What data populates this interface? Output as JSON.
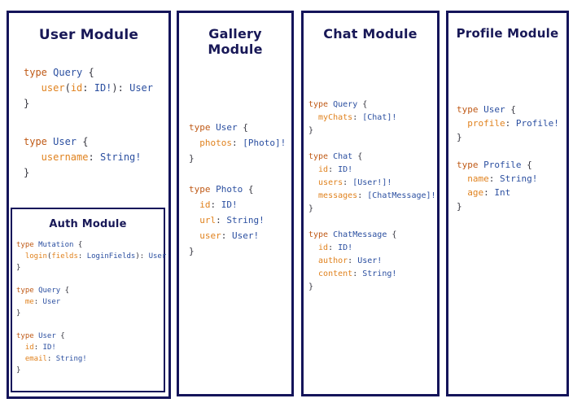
{
  "colors": {
    "frame": "#14145a",
    "title": "#181857",
    "background": "#ffffff"
  },
  "syntax_colors": {
    "keyword": "#bf5915",
    "type_name": "#2b4fa0",
    "field": "#e0821e",
    "punctuation": "#35353f"
  },
  "panels": {
    "user": {
      "title": "User Module",
      "blocks": [
        [
          [
            [
              "kw",
              "type "
            ],
            [
              "ty",
              "Query"
            ],
            [
              "pu",
              " {"
            ]
          ],
          [
            [
              "fi",
              "   user"
            ],
            [
              "pu",
              "("
            ],
            [
              "fi",
              "id"
            ],
            [
              "pu",
              ": "
            ],
            [
              "ty",
              "ID!"
            ],
            [
              "pu",
              "): "
            ],
            [
              "ty",
              "User"
            ]
          ],
          [
            [
              "pu",
              "}"
            ]
          ]
        ],
        [
          [
            [
              "kw",
              "type "
            ],
            [
              "ty",
              "User"
            ],
            [
              "pu",
              " {"
            ]
          ],
          [
            [
              "fi",
              "   username"
            ],
            [
              "pu",
              ": "
            ],
            [
              "ty",
              "String!"
            ]
          ],
          [
            [
              "pu",
              "}"
            ]
          ]
        ]
      ],
      "auth": {
        "title": "Auth Module",
        "code": [
          [
            [
              "kw",
              "type "
            ],
            [
              "ty",
              "Mutation"
            ],
            [
              "pu",
              " {"
            ]
          ],
          [
            [
              "fi",
              "  login"
            ],
            [
              "pu",
              "("
            ],
            [
              "fi",
              "fields"
            ],
            [
              "pu",
              ": "
            ],
            [
              "ty",
              "LoginFields"
            ],
            [
              "pu",
              "): "
            ],
            [
              "ty",
              "User"
            ]
          ],
          [
            [
              "pu",
              "}"
            ]
          ],
          [],
          [
            [
              "kw",
              "type "
            ],
            [
              "ty",
              "Query"
            ],
            [
              "pu",
              " {"
            ]
          ],
          [
            [
              "fi",
              "  me"
            ],
            [
              "pu",
              ": "
            ],
            [
              "ty",
              "User"
            ]
          ],
          [
            [
              "pu",
              "}"
            ]
          ],
          [],
          [
            [
              "kw",
              "type "
            ],
            [
              "ty",
              "User"
            ],
            [
              "pu",
              " {"
            ]
          ],
          [
            [
              "fi",
              "  id"
            ],
            [
              "pu",
              ": "
            ],
            [
              "ty",
              "ID!"
            ]
          ],
          [
            [
              "fi",
              "  email"
            ],
            [
              "pu",
              ": "
            ],
            [
              "ty",
              "String!"
            ]
          ],
          [
            [
              "pu",
              "}"
            ]
          ]
        ]
      }
    },
    "gallery": {
      "title": "Gallery Module",
      "code": [
        [
          [
            "kw",
            "type "
          ],
          [
            "ty",
            "User"
          ],
          [
            "pu",
            " {"
          ]
        ],
        [
          [
            "fi",
            "  photos"
          ],
          [
            "pu",
            ": "
          ],
          [
            "ty",
            "[Photo]!"
          ]
        ],
        [
          [
            "pu",
            "}"
          ]
        ],
        [],
        [
          [
            "kw",
            "type "
          ],
          [
            "ty",
            "Photo"
          ],
          [
            "pu",
            " {"
          ]
        ],
        [
          [
            "fi",
            "  id"
          ],
          [
            "pu",
            ": "
          ],
          [
            "ty",
            "ID!"
          ]
        ],
        [
          [
            "fi",
            "  url"
          ],
          [
            "pu",
            ": "
          ],
          [
            "ty",
            "String!"
          ]
        ],
        [
          [
            "fi",
            "  user"
          ],
          [
            "pu",
            ": "
          ],
          [
            "ty",
            "User!"
          ]
        ],
        [
          [
            "pu",
            "}"
          ]
        ]
      ]
    },
    "chat": {
      "title": "Chat Module",
      "code": [
        [
          [
            "kw",
            "type "
          ],
          [
            "ty",
            "Query"
          ],
          [
            "pu",
            " {"
          ]
        ],
        [
          [
            "fi",
            "  myChats"
          ],
          [
            "pu",
            ": "
          ],
          [
            "ty",
            "[Chat]!"
          ]
        ],
        [
          [
            "pu",
            "}"
          ]
        ],
        [],
        [
          [
            "kw",
            "type "
          ],
          [
            "ty",
            "Chat"
          ],
          [
            "pu",
            " {"
          ]
        ],
        [
          [
            "fi",
            "  id"
          ],
          [
            "pu",
            ": "
          ],
          [
            "ty",
            "ID!"
          ]
        ],
        [
          [
            "fi",
            "  users"
          ],
          [
            "pu",
            ": "
          ],
          [
            "ty",
            "[User!]!"
          ]
        ],
        [
          [
            "fi",
            "  messages"
          ],
          [
            "pu",
            ": "
          ],
          [
            "ty",
            "[ChatMessage]!"
          ]
        ],
        [
          [
            "pu",
            "}"
          ]
        ],
        [],
        [
          [
            "kw",
            "type "
          ],
          [
            "ty",
            "ChatMessage"
          ],
          [
            "pu",
            " {"
          ]
        ],
        [
          [
            "fi",
            "  id"
          ],
          [
            "pu",
            ": "
          ],
          [
            "ty",
            "ID!"
          ]
        ],
        [
          [
            "fi",
            "  author"
          ],
          [
            "pu",
            ": "
          ],
          [
            "ty",
            "User!"
          ]
        ],
        [
          [
            "fi",
            "  content"
          ],
          [
            "pu",
            ": "
          ],
          [
            "ty",
            "String!"
          ]
        ],
        [
          [
            "pu",
            "}"
          ]
        ]
      ]
    },
    "profile": {
      "title": "Profile Module",
      "code": [
        [
          [
            "kw",
            "type "
          ],
          [
            "ty",
            "User"
          ],
          [
            "pu",
            " {"
          ]
        ],
        [
          [
            "fi",
            "  profile"
          ],
          [
            "pu",
            ": "
          ],
          [
            "ty",
            "Profile!"
          ]
        ],
        [
          [
            "pu",
            "}"
          ]
        ],
        [],
        [
          [
            "kw",
            "type "
          ],
          [
            "ty",
            "Profile"
          ],
          [
            "pu",
            " {"
          ]
        ],
        [
          [
            "fi",
            "  name"
          ],
          [
            "pu",
            ": "
          ],
          [
            "ty",
            "String!"
          ]
        ],
        [
          [
            "fi",
            "  age"
          ],
          [
            "pu",
            ": "
          ],
          [
            "ty",
            "Int"
          ]
        ],
        [
          [
            "pu",
            "}"
          ]
        ]
      ]
    }
  }
}
